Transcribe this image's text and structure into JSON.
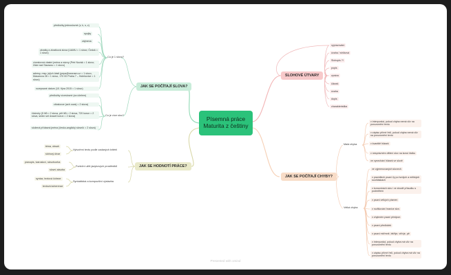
{
  "central": {
    "line1": "Písemná práce",
    "line2": "Maturita z češtiny"
  },
  "footer": "Presented with xmind",
  "colors": {
    "green": "#2bc27a",
    "red": "#e9767a",
    "orange": "#f0a77a",
    "olive": "#c9c882"
  },
  "topics": {
    "count_words": "JAK SE POČÍTAJÍ SLOVA?",
    "evaluate": "JAK SE HODNOTÍ PRÁCE?",
    "styles": "SLOHOVÉ ÚTVARY",
    "errors": "JAK SE POČÍTAJÍ CHYBY?"
  },
  "count_words": {
    "one_word_label": "Co je 1 slovo?",
    "one_word": [
      "předložky jednoslovné (v, k, s, z)",
      "spojky",
      "zájmena",
      "zkratky a zkratková slova (UAMU = 1 slovo; Čedok = 1 slovo)",
      "víceslovná vlastní jména a názvy (Petr Novák = 1 slovo; Zdár nad Sázavou = 1 slovo)",
      "adresy, resp. jejich části (pepa@seznam.cz = 1 slovo, Masarova 28 = 1 slovo, 170 00 Praha 7 – Holešovice = 1 slovo)",
      "rozepsané datum (10. října 2015 = 1 slovo)"
    ],
    "more_words_label": "Co je více slov?",
    "more_words": [
      "předložky víceslovné (za účelem)",
      "citoslovce (ach ouvej = 2 slova)",
      "číslovky (5 litů = 2 slova, pět litů = 2 slova, 720 korun = 2 slova, sedm set dvacet korun = 2 slova)",
      "složená přídavná jména (česko-anglický slovník = 2 slova)"
    ]
  },
  "evaluate": {
    "groups": [
      {
        "label": "Vytvoření textu podle zadaných kritérií",
        "items": [
          "téma, obsah",
          "slohový útvar"
        ]
      },
      {
        "label": "Funkční užití jazykových prostředků",
        "items": [
          "pravopis, tvarosloví, slovotvorba",
          "slovní zásoba"
        ]
      },
      {
        "label": "Syntaktická a kompoziční výstavba",
        "items": [
          "syntax, textová čoheze",
          "textová koherence"
        ]
      }
    ]
  },
  "styles": {
    "items": [
      "vypravování",
      "úvaha / strčková",
      "Slohopis ?!",
      "popis",
      "zpráva",
      "článek",
      "úvaha",
      "dopis",
      "charakteristika"
    ]
  },
  "errors": {
    "small_label": "Malá chyba",
    "small": [
      "v interpunkci, pokud chyba nemá vliv na porozumění textu",
      "v zápisu přímé řeči, pokud chyba nemá vliv na porozumění textu",
      "v kvantitě hlásek",
      "v nesprávném dělení slov na konci řádku",
      "ve vynechání hlásek ve slově"
    ],
    "big_label": "Velká chyba",
    "big": [
      "ve vyjmenovaných slovech",
      "v pravidlech psaní i/y po tvrdých a měkkých souhláskách",
      "v koncovkách slov i ve shodě přísudku s podmětem",
      "v psaní velkých písmen",
      "v rozlišování hranice slov",
      "v chybném psaní předpon",
      "v psaní předložek",
      "v psaní mě/mně, bě/bje, vě/vje, pě",
      "v interpunkci, pokud chyba má vliv na porozumění textu",
      "v zápisu přímé řeči, pokud chyba má vliv na porozumění textu"
    ]
  }
}
